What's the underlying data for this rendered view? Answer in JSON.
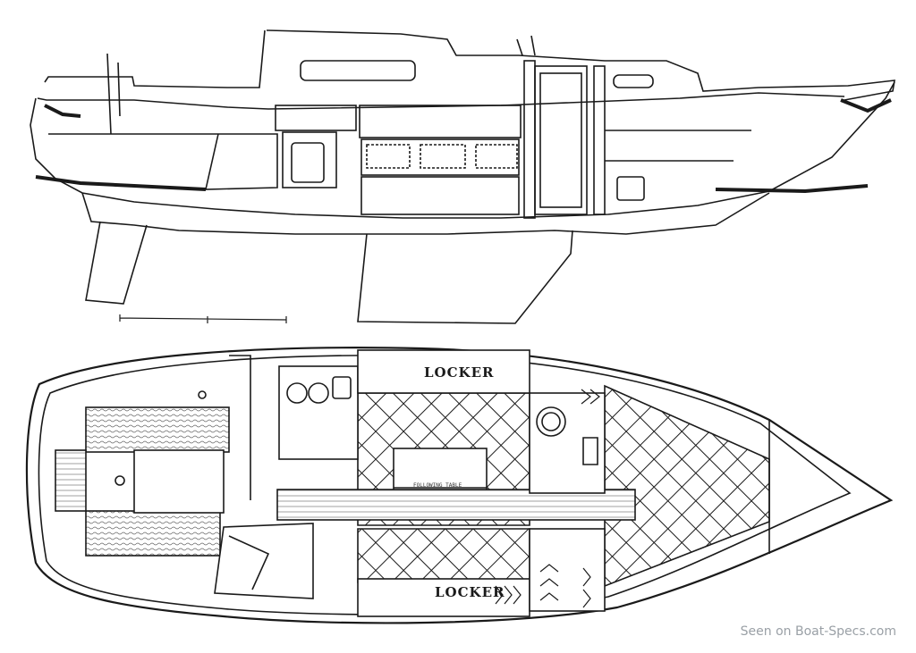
{
  "labels": {
    "locker_top": "LOCKER",
    "locker_bottom": "LOCKER",
    "table_label": "FOLLOWING TABLE"
  },
  "watermark": "Seen on Boat-Specs.com",
  "colors": {
    "line": "#1a1a1a",
    "paper": "#ffffff",
    "watermark": "#9aa0a6"
  }
}
